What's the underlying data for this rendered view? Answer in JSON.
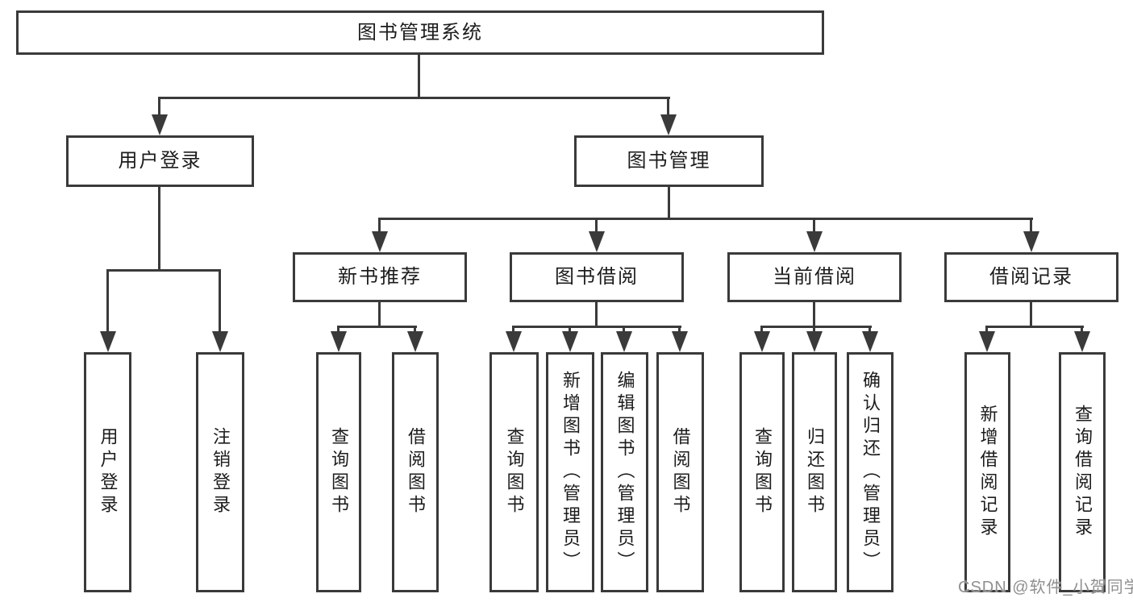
{
  "diagram": {
    "root": {
      "label": "图书管理系统"
    },
    "level2": {
      "user_login": {
        "label": "用户登录"
      },
      "book_mgmt": {
        "label": "图书管理"
      }
    },
    "level3": {
      "recommend": {
        "label": "新书推荐"
      },
      "borrow": {
        "label": "图书借阅"
      },
      "current": {
        "label": "当前借阅"
      },
      "record": {
        "label": "借阅记录"
      }
    },
    "leaves": {
      "login": {
        "label": "用户登录"
      },
      "logout": {
        "label": "注销登录"
      },
      "rec_query": {
        "label": "查询图书"
      },
      "rec_borrow": {
        "label": "借阅图书"
      },
      "bor_query": {
        "label": "查询图书"
      },
      "bor_add": {
        "label": "新增图书（管理员）"
      },
      "bor_edit": {
        "label": "编辑图书（管理员）"
      },
      "bor_lend": {
        "label": "借阅图书"
      },
      "cur_query": {
        "label": "查询图书"
      },
      "cur_return": {
        "label": "归还图书"
      },
      "cur_confirm": {
        "label": "确认归还（管理员）"
      },
      "log_add": {
        "label": "新增借阅记录"
      },
      "log_query": {
        "label": "查询借阅记录"
      }
    }
  },
  "watermark": {
    "text": "CSDN @软件_小贺同学"
  },
  "colors": {
    "line": "#3a3a3a",
    "text": "#1c1c1c",
    "watermark": "#8f8f8f",
    "background": "#ffffff"
  }
}
